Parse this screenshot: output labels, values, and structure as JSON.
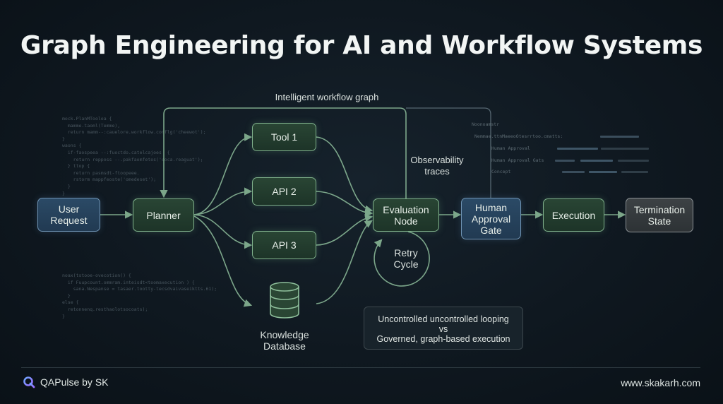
{
  "title": "Graph Engineering for AI and Workflow Systems",
  "diagram": {
    "top_loop_label": "Intelligent workflow graph",
    "observability_label": "Observability\ntraces",
    "nodes": {
      "user_request": "User\nRequest",
      "planner": "Planner",
      "tool_1": "Tool 1",
      "api_2": "API 2",
      "api_3": "API 3",
      "knowledge_database": "Knowledge\nDatabase",
      "evaluation_node": "Evaluation\nNode",
      "retry_cycle": "Retry\nCycle",
      "human_approval_gate": "Human\nApproval\nGate",
      "execution": "Execution",
      "termination_state": "Termination\nState"
    },
    "callout": {
      "line1": "Uncontrolled uncontrolled looping",
      "line2": "vs",
      "line3": "Governed, graph-based execution"
    }
  },
  "background_code": {
    "snippet_top": "mock.PlanMTooloa {\n  mamme.taoml(Temme),\n  return mamm--:cauelore.workflow.conflg('cheewot');\n}\nwaons {\n  if-faospeea --:fuoctdo.catelcajoes  {\n    return repposs --.pakfaomfetos('coca.reaguat');\n  } ttop {\n    return pasmsdt-ftoopeee.\n    rstorm mappfeoste('omedeset');\n  }\n}",
    "snippet_bottom": "noax(tstooe-ovecotion() {\n  if Fuupcount.ommram.inteisdt<toomaxecution ) {\n    sana.Nespanse = tasaer.tootty-tecsdvaivaseiktts.61);\n  }\nelse {\n  retonnenq.resthaolotsocoats);\n}",
    "panel_heading": "Noonoamstr",
    "panel_rows": [
      "Nemmae.ttnMaeeoOtesrrtoo.cmatts:",
      "Human Approval",
      "Human Approval Gats",
      "Concept"
    ]
  },
  "footer": {
    "brand": "QAPulse by SK",
    "website": "www.skakarh.com"
  },
  "colors": {
    "accent_green": "#7fb08b",
    "accent_blue": "#6f93b3",
    "background": "#0f1820"
  },
  "icons": {
    "brand_logo": "q-logo-icon",
    "database": "database-icon"
  }
}
